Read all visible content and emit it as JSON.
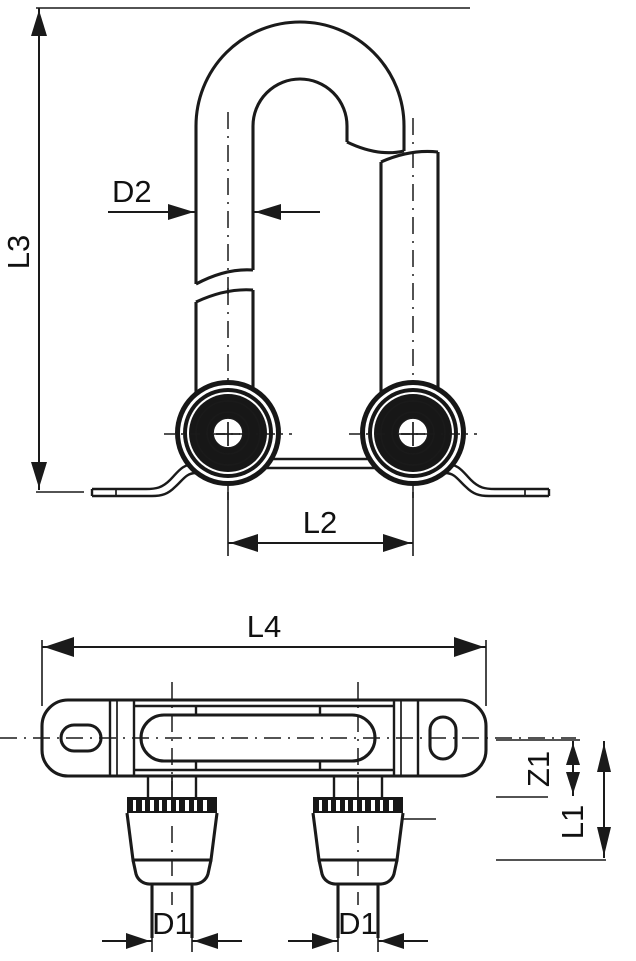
{
  "drawing": {
    "title": "Technical dimension drawing - double pipe clamp / U-bend assembly",
    "view_top_name": "front-elevation-u-bend",
    "view_bottom_name": "plan-view-bracket",
    "line_color": "#1a1a1a",
    "background_color": "#ffffff"
  },
  "dimensions": {
    "l3": {
      "label": "L3",
      "orientation": "vertical",
      "view": "top"
    },
    "d2": {
      "label": "D2",
      "orientation": "horizontal",
      "view": "top"
    },
    "l2": {
      "label": "L2",
      "orientation": "horizontal",
      "view": "top"
    },
    "l4": {
      "label": "L4",
      "orientation": "horizontal",
      "view": "bottom"
    },
    "z1": {
      "label": "Z1",
      "orientation": "vertical",
      "view": "bottom"
    },
    "l1": {
      "label": "L1",
      "orientation": "vertical",
      "view": "bottom"
    },
    "d1_left": {
      "label": "D1",
      "orientation": "horizontal",
      "view": "bottom"
    },
    "d1_right": {
      "label": "D1",
      "orientation": "horizontal",
      "view": "bottom"
    }
  }
}
